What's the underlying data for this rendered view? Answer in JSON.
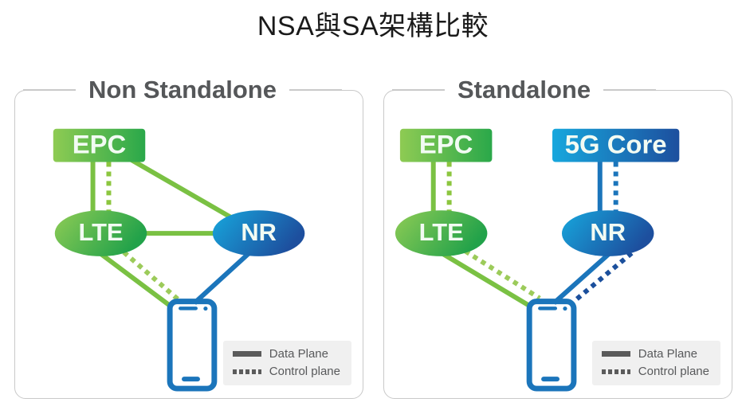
{
  "page": {
    "title": "NSA與SA架構比較"
  },
  "colors": {
    "green_light": "#8dc63f",
    "green_mid": "#6cbe45",
    "green_dark": "#2fa84f",
    "green_line": "#7ac143",
    "blue_light": "#19a3dc",
    "blue_mid": "#1a85c8",
    "blue_dark": "#1b4f9c",
    "blue_line": "#1b75bb",
    "panel_border": "#c9c9c9",
    "header_text": "#555759",
    "legend_bg": "#f0f0f0",
    "legend_text": "#58595b",
    "legend_line": "#5b5b5b"
  },
  "legend": {
    "data_plane": "Data Plane",
    "control_plane": "Control plane"
  },
  "panels": [
    {
      "id": "nsa",
      "header": "Non Standalone",
      "nodes": {
        "core_left": "EPC",
        "core_right": "",
        "radio_left": "LTE",
        "radio_right": "NR",
        "device": "smartphone"
      },
      "links": [
        {
          "from": "EPC",
          "to": "LTE",
          "plane": "Data Plane",
          "style": "solid",
          "color": "green"
        },
        {
          "from": "EPC",
          "to": "LTE",
          "plane": "Control plane",
          "style": "dotted",
          "color": "green"
        },
        {
          "from": "EPC",
          "to": "NR",
          "plane": "Data Plane",
          "style": "solid",
          "color": "green"
        },
        {
          "from": "LTE",
          "to": "NR",
          "plane": "Data Plane",
          "style": "solid",
          "color": "green"
        },
        {
          "from": "LTE",
          "to": "smartphone",
          "plane": "Data Plane",
          "style": "solid",
          "color": "green"
        },
        {
          "from": "LTE",
          "to": "smartphone",
          "plane": "Control plane",
          "style": "dotted",
          "color": "green"
        },
        {
          "from": "NR",
          "to": "smartphone",
          "plane": "Data Plane",
          "style": "solid",
          "color": "blue"
        }
      ]
    },
    {
      "id": "sa",
      "header": "Standalone",
      "nodes": {
        "core_left": "EPC",
        "core_right": "5G Core",
        "radio_left": "LTE",
        "radio_right": "NR",
        "device": "smartphone"
      },
      "links": [
        {
          "from": "EPC",
          "to": "LTE",
          "plane": "Data Plane",
          "style": "solid",
          "color": "green"
        },
        {
          "from": "EPC",
          "to": "LTE",
          "plane": "Control plane",
          "style": "dotted",
          "color": "green"
        },
        {
          "from": "5G Core",
          "to": "NR",
          "plane": "Data Plane",
          "style": "solid",
          "color": "blue"
        },
        {
          "from": "5G Core",
          "to": "NR",
          "plane": "Control plane",
          "style": "dotted",
          "color": "blue"
        },
        {
          "from": "LTE",
          "to": "smartphone",
          "plane": "Data Plane",
          "style": "solid",
          "color": "green"
        },
        {
          "from": "LTE",
          "to": "smartphone",
          "plane": "Control plane",
          "style": "dotted",
          "color": "green"
        },
        {
          "from": "NR",
          "to": "smartphone",
          "plane": "Data Plane",
          "style": "solid",
          "color": "blue"
        },
        {
          "from": "NR",
          "to": "smartphone",
          "plane": "Control plane",
          "style": "dotted",
          "color": "blue"
        }
      ]
    }
  ]
}
